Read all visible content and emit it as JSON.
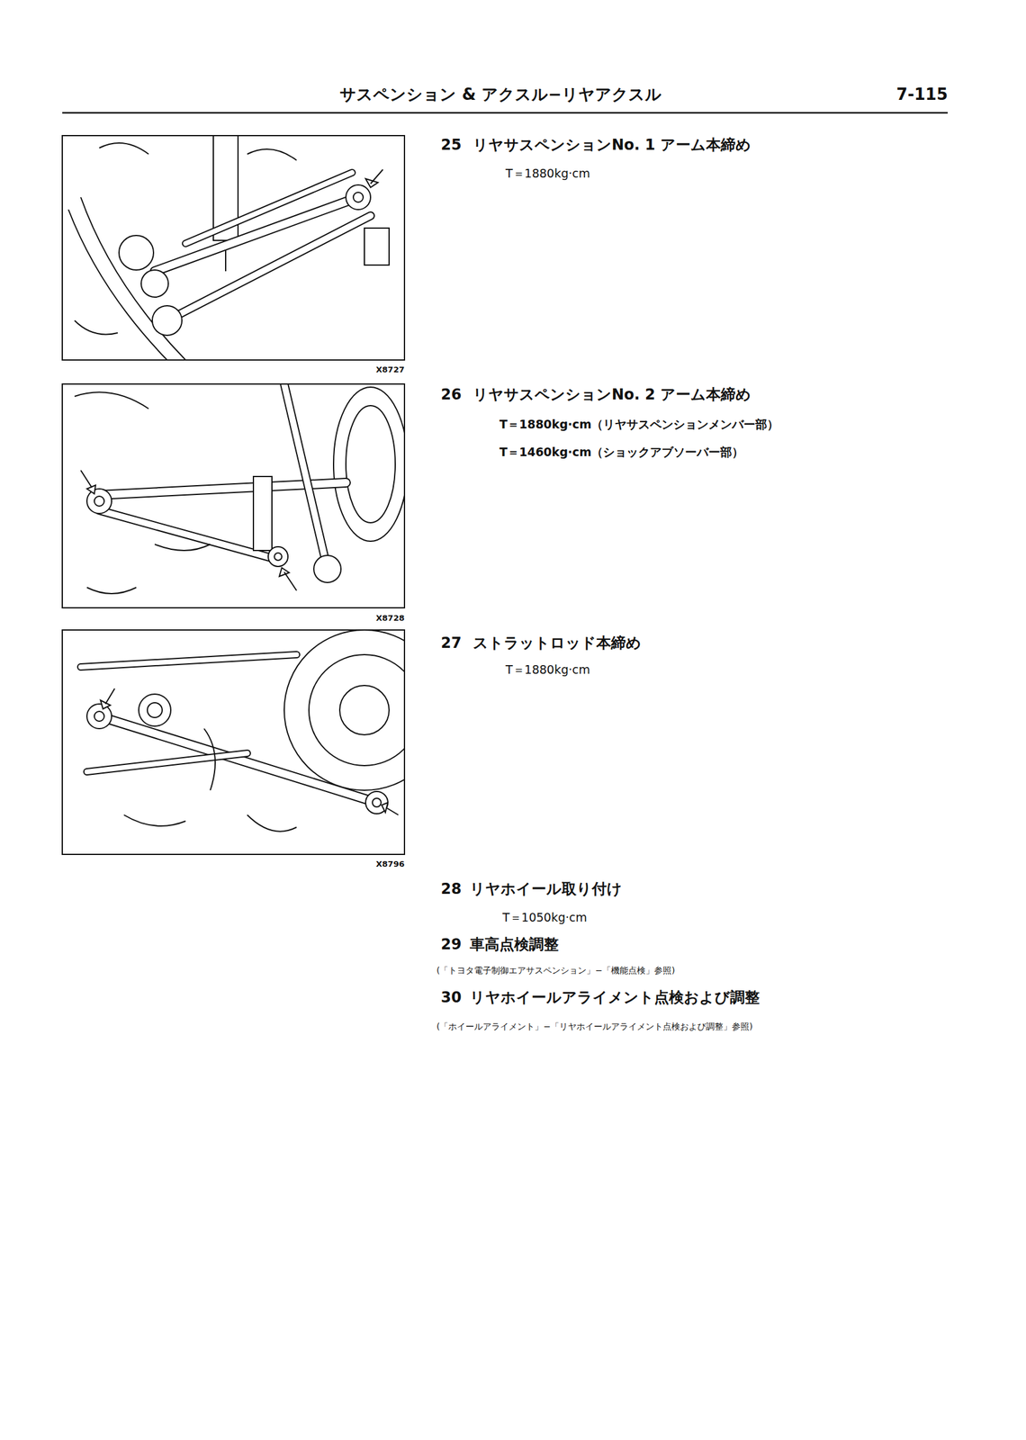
{
  "diagram": {
    "title": "サスペンション & アクスル−リヤアクスル",
    "labels": [
      "7-115",
      "25",
      "リヤサスペンションNo. 1 アーム本締め",
      "T＝1880kg·cm",
      "X8727",
      "26",
      "リヤサスペンションNo. 2 アーム本締め",
      "T＝1880kg·cm（リヤサスペンションメンバー部）",
      "T＝1460kg·cm（ショックアブソーバー部）",
      "X8728",
      "27",
      "ストラットロッド本締め",
      "T＝1880kg·cm",
      "X8796",
      "28",
      "リヤホイール取り付け",
      "T＝1050kg·cm",
      "29",
      "車高点検調整",
      "(「トヨタ電子制御エアサスペンション」−「機能点検」参照)",
      "30",
      "リヤホイールアライメント点検および調整",
      "(「ホイールアライメント」−「リヤホイールアライメント点検および調整」参照)"
    ]
  }
}
